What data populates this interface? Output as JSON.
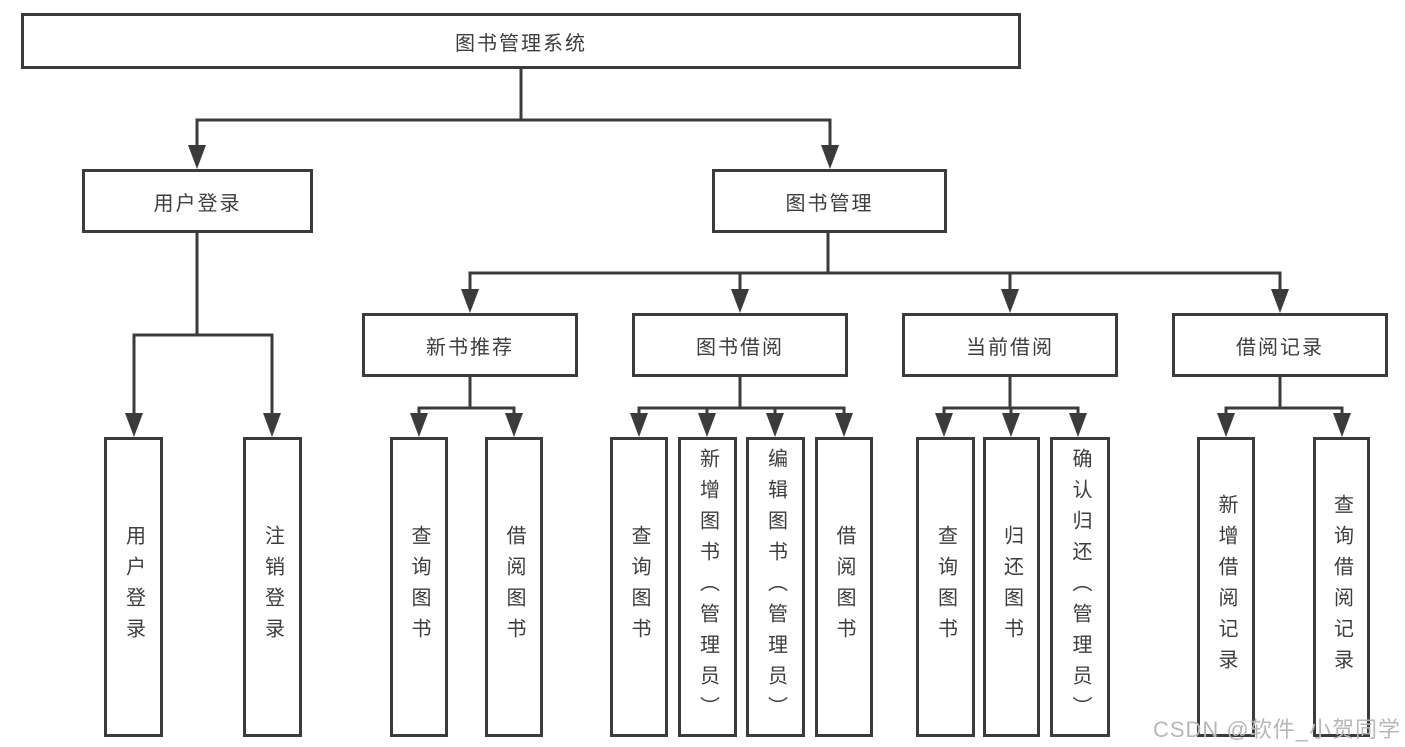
{
  "diagram_title": "图书管理系统",
  "tree": {
    "root": {
      "label": "图书管理系统"
    },
    "branches": [
      {
        "label": "用户登录",
        "children": [
          {
            "label": "用户登录"
          },
          {
            "label": "注销登录"
          }
        ]
      },
      {
        "label": "图书管理",
        "children": [
          {
            "label": "新书推荐",
            "children": [
              {
                "label": "查询图书"
              },
              {
                "label": "借阅图书"
              }
            ]
          },
          {
            "label": "图书借阅",
            "children": [
              {
                "label": "查询图书"
              },
              {
                "label": "新增图书（管理员）"
              },
              {
                "label": "编辑图书（管理员）"
              },
              {
                "label": "借阅图书"
              }
            ]
          },
          {
            "label": "当前借阅",
            "children": [
              {
                "label": "查询图书"
              },
              {
                "label": "归还图书"
              },
              {
                "label": "确认归还（管理员）"
              }
            ]
          },
          {
            "label": "借阅记录",
            "children": [
              {
                "label": "新增借阅记录"
              },
              {
                "label": "查询借阅记录"
              }
            ]
          }
        ]
      }
    ]
  },
  "watermark": {
    "text": "CSDN @软件_小贺同学"
  },
  "colors": {
    "line": "#3b3b3b",
    "box_border": "#3b3b3b",
    "text": "#3d3d3d",
    "watermark": "#b7b7b7",
    "background": "#ffffff"
  }
}
